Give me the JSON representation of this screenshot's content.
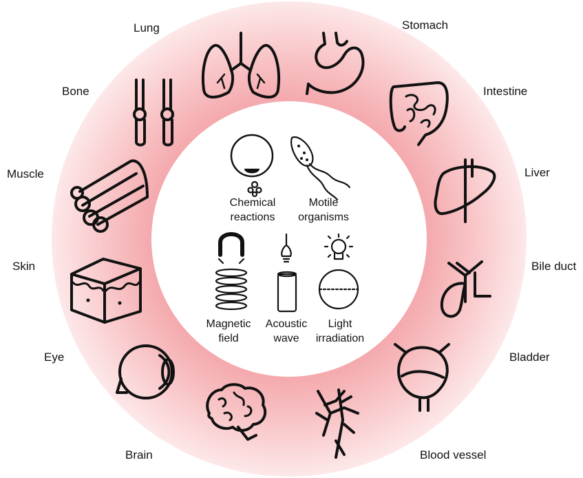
{
  "colors": {
    "ring_outer": "#f4a9ad",
    "ring_edge": "#fde3e4",
    "inner_disc": "#ffffff",
    "icon_stroke": "#111111",
    "text": "#111111"
  },
  "organs": [
    {
      "id": "lung",
      "label": "Lung",
      "icon": "lungs-icon"
    },
    {
      "id": "stomach",
      "label": "Stomach",
      "icon": "stomach-icon"
    },
    {
      "id": "intestine",
      "label": "Intestine",
      "icon": "intestine-icon"
    },
    {
      "id": "liver",
      "label": "Liver",
      "icon": "liver-icon"
    },
    {
      "id": "bile-duct",
      "label": "Bile duct",
      "icon": "bile-duct-icon"
    },
    {
      "id": "bladder",
      "label": "Bladder",
      "icon": "bladder-icon"
    },
    {
      "id": "blood-vessel",
      "label": "Blood vessel",
      "icon": "blood-vessel-icon"
    },
    {
      "id": "brain",
      "label": "Brain",
      "icon": "brain-icon"
    },
    {
      "id": "eye",
      "label": "Eye",
      "icon": "eye-icon"
    },
    {
      "id": "skin",
      "label": "Skin",
      "icon": "skin-block-icon"
    },
    {
      "id": "muscle",
      "label": "Muscle",
      "icon": "muscle-fiber-icon"
    },
    {
      "id": "bone",
      "label": "Bone",
      "icon": "bone-icon"
    }
  ],
  "stimuli": {
    "chemical": {
      "line1": "Chemical",
      "line2": "reactions",
      "icon": "microrobot-chemical-icon"
    },
    "motile": {
      "line1": "Motile",
      "line2": "organisms",
      "icon": "bacterium-icon"
    },
    "magnetic": {
      "line1": "Magnetic",
      "line2": "field",
      "icon": "magnet-spring-icon"
    },
    "acoustic": {
      "line1": "Acoustic",
      "line2": "wave",
      "icon": "ultrasound-probe-icon"
    },
    "light": {
      "line1": "Light",
      "line2": "irradiation",
      "icon": "light-bulb-icon"
    }
  }
}
